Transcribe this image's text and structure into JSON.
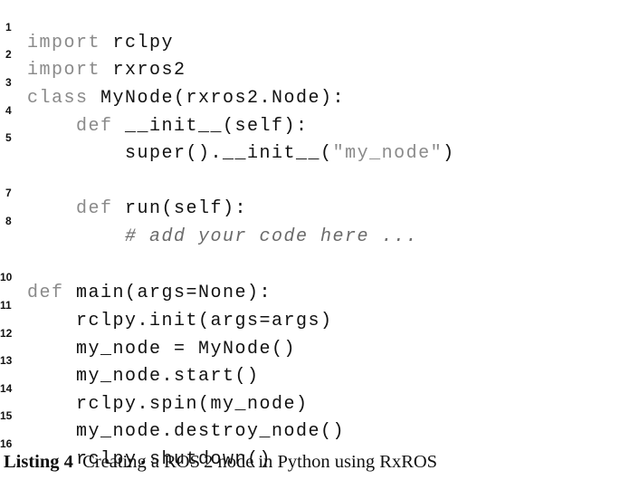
{
  "listing": {
    "lines": [
      {
        "num": "1",
        "parts": [
          {
            "t": "kw",
            "v": "import"
          },
          {
            "t": "tx",
            "v": " rclpy"
          }
        ]
      },
      {
        "num": "2",
        "parts": [
          {
            "t": "kw",
            "v": "import"
          },
          {
            "t": "tx",
            "v": " rxros2"
          }
        ]
      },
      {
        "num": "3",
        "parts": [
          {
            "t": "kw",
            "v": "class"
          },
          {
            "t": "tx",
            "v": " MyNode(rxros2.Node):"
          }
        ]
      },
      {
        "num": "4",
        "parts": [
          {
            "t": "tx",
            "v": "    "
          },
          {
            "t": "kw",
            "v": "def"
          },
          {
            "t": "tx",
            "v": " __init__(self):"
          }
        ]
      },
      {
        "num": "5",
        "parts": [
          {
            "t": "tx",
            "v": "        super().__init__("
          },
          {
            "t": "str",
            "v": "\"my_node\""
          },
          {
            "t": "tx",
            "v": ")"
          }
        ]
      },
      {
        "num": "7",
        "parts": [
          {
            "t": "tx",
            "v": "    "
          },
          {
            "t": "kw",
            "v": "def"
          },
          {
            "t": "tx",
            "v": " run(self):"
          }
        ]
      },
      {
        "num": "8",
        "parts": [
          {
            "t": "tx",
            "v": "        "
          },
          {
            "t": "cm",
            "v": "# add your code here ..."
          }
        ]
      },
      {
        "num": "10",
        "parts": [
          {
            "t": "kw",
            "v": "def"
          },
          {
            "t": "tx",
            "v": " main(args=None):"
          }
        ]
      },
      {
        "num": "11",
        "parts": [
          {
            "t": "tx",
            "v": "    rclpy.init(args=args)"
          }
        ]
      },
      {
        "num": "12",
        "parts": [
          {
            "t": "tx",
            "v": "    my_node = MyNode()"
          }
        ]
      },
      {
        "num": "13",
        "parts": [
          {
            "t": "tx",
            "v": "    my_node.start()"
          }
        ]
      },
      {
        "num": "14",
        "parts": [
          {
            "t": "tx",
            "v": "    rclpy.spin(my_node)"
          }
        ]
      },
      {
        "num": "15",
        "parts": [
          {
            "t": "tx",
            "v": "    my_node.destroy_node()"
          }
        ]
      },
      {
        "num": "16",
        "parts": [
          {
            "t": "tx",
            "v": "    rclpy.shutdown()"
          }
        ]
      }
    ]
  },
  "caption": {
    "label": "Listing 4",
    "text": "Creating a ROS 2 node in Python using RxROS"
  }
}
